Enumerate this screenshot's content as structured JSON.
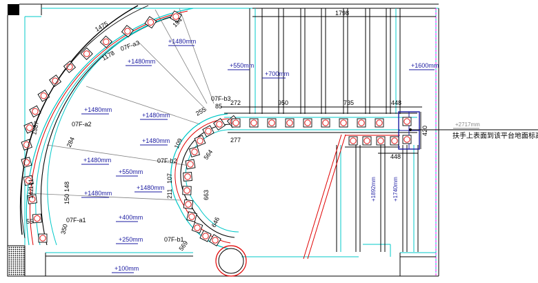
{
  "diagram": {
    "elevations": [
      {
        "id": "e1480_top",
        "text": "+1480mm"
      },
      {
        "id": "e1480_a",
        "text": "+1480mm"
      },
      {
        "id": "e550_top",
        "text": "+550mm"
      },
      {
        "id": "e700",
        "text": "+700mm"
      },
      {
        "id": "e1600",
        "text": "+1600mm"
      },
      {
        "id": "e1480_b",
        "text": "+1480mm"
      },
      {
        "id": "e1480_c",
        "text": "+1480mm"
      },
      {
        "id": "e1480_d",
        "text": "+1480mm"
      },
      {
        "id": "e1480_e",
        "text": "+1480mm"
      },
      {
        "id": "e550_b",
        "text": "+550mm"
      },
      {
        "id": "e1480_f",
        "text": "+1480mm"
      },
      {
        "id": "e1480_g",
        "text": "+1480mm"
      },
      {
        "id": "e400",
        "text": "+400mm"
      },
      {
        "id": "e250",
        "text": "+250mm"
      },
      {
        "id": "e100",
        "text": "+100mm"
      },
      {
        "id": "e2717",
        "text": "+2717mm"
      },
      {
        "id": "e1892",
        "text": "+1892mm"
      },
      {
        "id": "e1740",
        "text": "+1740mm"
      }
    ],
    "labels": {
      "a3": "07F-a3",
      "a2": "07F-a2",
      "a1": "07F-a1",
      "b3": "07F-b3",
      "b2": "07F-b2",
      "b1": "07F-b1",
      "note": "扶手上表面到该平台地面标高"
    },
    "dimensions": {
      "d1798": "1798",
      "d272": "272",
      "d950": "950",
      "d735": "735",
      "d448a": "448",
      "d448b": "448",
      "d420": "420",
      "d277": "277",
      "d255": "255",
      "d85": "85",
      "d1475": "1475",
      "d1178": "1178",
      "d194": "194",
      "d1387": "1387",
      "d284": "284",
      "d142": "142",
      "d141": "141",
      "d148": "148",
      "d150": "150",
      "d55": "55",
      "d350": "350",
      "d109": "109",
      "d564": "564",
      "d107": "107",
      "d211": "211",
      "d663": "663",
      "d646": "646",
      "d569": "569"
    }
  }
}
